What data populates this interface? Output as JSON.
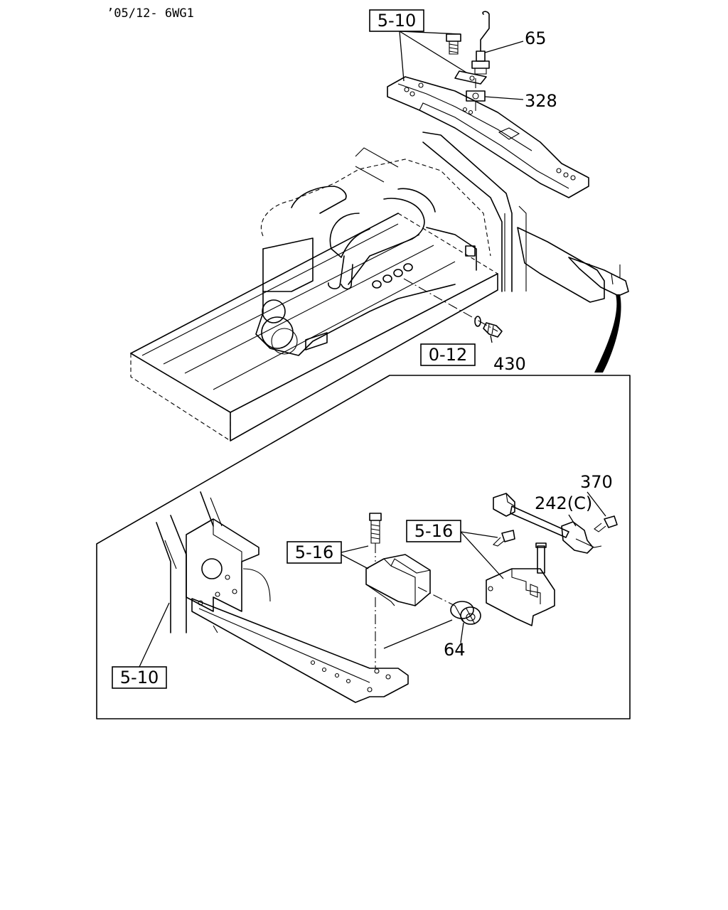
{
  "header": {
    "code": "’05/12- 6WG1"
  },
  "labels": {
    "ref_5_10_top": "5-10",
    "part_65": "65",
    "part_328": "328",
    "ref_0_12": "0-12",
    "part_430": "430",
    "part_370": "370",
    "part_242c": "242(C)",
    "ref_5_16_right": "5-16",
    "ref_5_16_left": "5-16",
    "part_64": "64",
    "ref_5_10_bottom": "5-10"
  }
}
